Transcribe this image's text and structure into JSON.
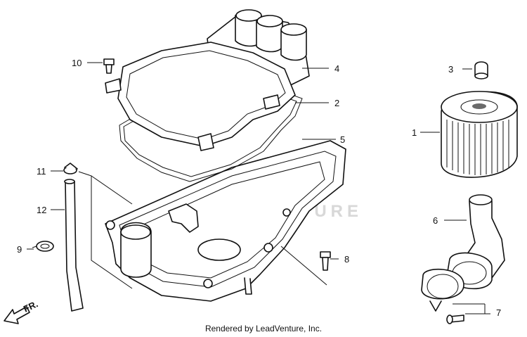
{
  "watermark": "LEADVENTURE",
  "direction_label": "FR.",
  "footer": {
    "credit": "Rendered by LeadVenture, Inc."
  },
  "callouts": [
    {
      "part": "air-cleaner-case-cover",
      "label": "4"
    },
    {
      "part": "cover-gasket",
      "label": "2"
    },
    {
      "part": "air-cleaner-case",
      "label": "5"
    },
    {
      "part": "cap-nut",
      "label": "3"
    },
    {
      "part": "air-filter-element",
      "label": "1"
    },
    {
      "part": "intake-tube",
      "label": "6"
    },
    {
      "part": "clamp-screw",
      "label": "7"
    },
    {
      "part": "case-bolt",
      "label": "8"
    },
    {
      "part": "cover-screw",
      "label": "10"
    },
    {
      "part": "hose-clip",
      "label": "11"
    },
    {
      "part": "drain-tube",
      "label": "12"
    },
    {
      "part": "tube-clamp",
      "label": "9"
    }
  ]
}
